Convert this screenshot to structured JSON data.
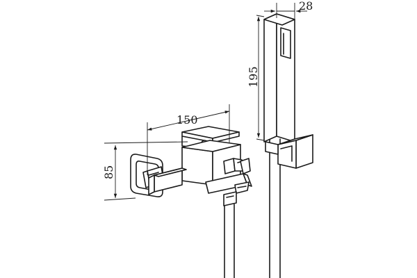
{
  "dimensions": {
    "spout_length": "150",
    "height": "85",
    "shower_length": "195",
    "shower_width": "28"
  },
  "colors": {
    "line": "#1a1a1a",
    "background": "#ffffff"
  }
}
